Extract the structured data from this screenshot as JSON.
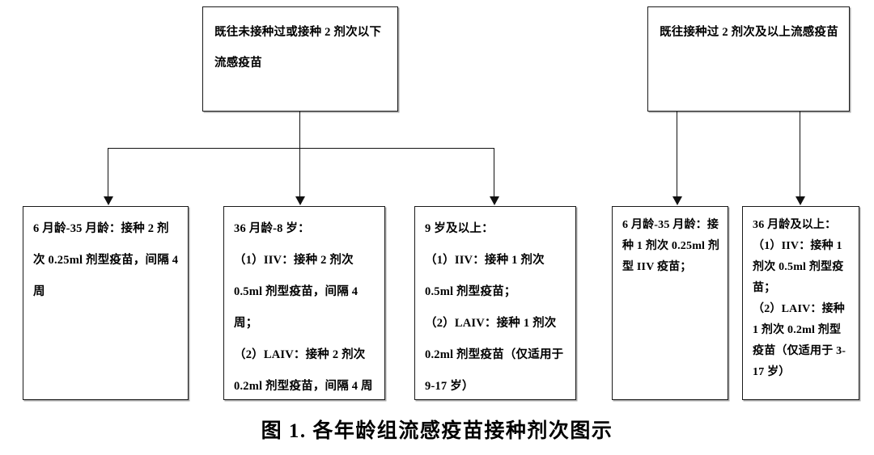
{
  "figure": {
    "caption_prefix": "图",
    "caption_number": "1.",
    "caption_text": "各年龄组流感疫苗接种剂次图示",
    "line_color": "#111111",
    "box_border_color": "#1a1a1a",
    "background": "#ffffff"
  },
  "nodes": {
    "root_left": {
      "label": "既往未接种过或接种 2 剂次以下流感疫苗"
    },
    "root_right": {
      "label": "既往接种过 2 剂次及以上流感疫苗"
    },
    "leaf_1": {
      "label": "6 月龄-35 月龄：接种 2 剂次 0.25ml 剂型疫苗，间隔 4 周"
    },
    "leaf_2": {
      "label": "36 月龄-8 岁：\n（1）IIV：接种 2 剂次 0.5ml 剂型疫苗，间隔 4 周；\n（2）LAIV：接种 2 剂次 0.2ml 剂型疫苗，间隔 4 周"
    },
    "leaf_3": {
      "label": "9 岁及以上：\n（1）IIV：接种 1 剂次 0.5ml 剂型疫苗；\n（2）LAIV：接种 1 剂次 0.2ml 剂型疫苗（仅适用于 9-17 岁）"
    },
    "leaf_4": {
      "label": "6 月龄-35 月龄：接种 1 剂次 0.25ml 剂型 IIV 疫苗；"
    },
    "leaf_5": {
      "label": "36 月龄及以上：\n（1）IIV：接种 1 剂次 0.5ml 剂型疫苗；\n（2）LAIV：接种 1 剂次 0.2ml 剂型疫苗（仅适用于 3-17 岁）"
    }
  },
  "edges": [
    {
      "from": "root_left",
      "to": "leaf_1",
      "type": "elbow-left"
    },
    {
      "from": "root_left",
      "to": "leaf_2",
      "type": "straight"
    },
    {
      "from": "root_left",
      "to": "leaf_3",
      "type": "elbow-right"
    },
    {
      "from": "root_right",
      "to": "leaf_4",
      "type": "straight"
    },
    {
      "from": "root_right",
      "to": "leaf_5",
      "type": "straight"
    }
  ]
}
